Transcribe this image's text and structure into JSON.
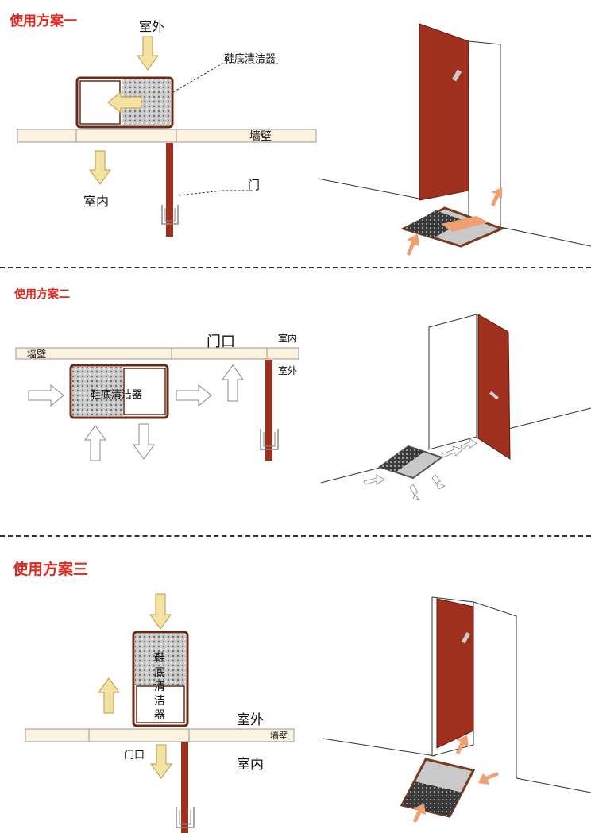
{
  "colors": {
    "title_red": "#e0281e",
    "door_brown": "#a0301e",
    "wall_fill": "#fbf3df",
    "arrow_yellow": "#f4e2a0",
    "arrow_orange": "#f0a070",
    "mat_border": "#7a3a20"
  },
  "scheme1": {
    "title": "使用方案一",
    "outdoor": "室外",
    "cleaner": "鞋底清洁器",
    "wall": "墙壁",
    "indoor": "室内",
    "door": "门"
  },
  "scheme2": {
    "title": "使用方案二",
    "doorway": "门口",
    "indoor": "室内",
    "outdoor": "室外",
    "wall": "墙壁",
    "cleaner": "鞋底清洁器"
  },
  "scheme3": {
    "title": "使用方案三",
    "cleaner_c1": "鞋",
    "cleaner_c2": "底",
    "cleaner_c3": "清",
    "cleaner_c4": "洁",
    "cleaner_c5": "器",
    "outdoor": "室外",
    "wall": "墙壁",
    "doorway": "门口",
    "indoor": "室内"
  }
}
